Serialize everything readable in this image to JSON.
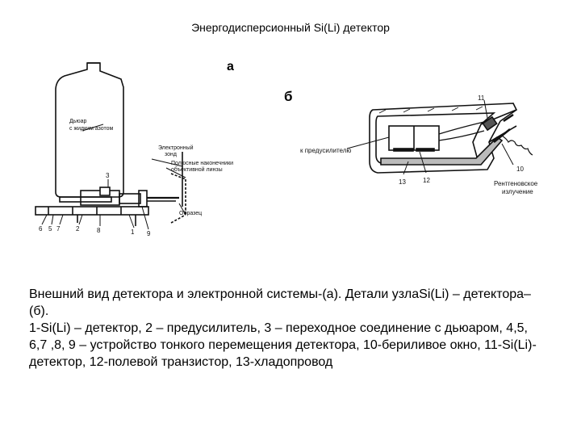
{
  "title": "Энергодисперсионный Si(Li) детектор",
  "figure_a": {
    "label": "а",
    "dewar_label_line1": "Дьюар",
    "dewar_label_line2": "с жидким азотом",
    "probe_label_line1": "Электронный",
    "probe_label_line2": "зонд",
    "pole_label_line1": "Полюсные наконечники",
    "pole_label_line2": "объективной линзы",
    "sample_label": "Образец",
    "numbers": [
      "6",
      "5",
      "7",
      "2",
      "8",
      "1",
      "9",
      "3"
    ]
  },
  "figure_b": {
    "label": "б",
    "preamp_label": "к предусилителю",
    "xray_label_line1": "Рентгеновское",
    "xray_label_line2": "излучение",
    "numbers": [
      "11",
      "10",
      "13",
      "12"
    ]
  },
  "caption": {
    "line1": "Внешний вид детектора и электронной системы-(а). Детали узлаSi(Li) – детектора–(б).",
    "line2": "1-Si(Li) – детектор, 2 – предусилитель, 3 – переходное соединение с дьюаром, 4,5, 6,7 ,8, 9 – устройство тонкого перемещения детектора, 10-бериливое окно, 11-Si(Li)-детектор, 12-полевой транзистор, 13-хладопровод"
  }
}
